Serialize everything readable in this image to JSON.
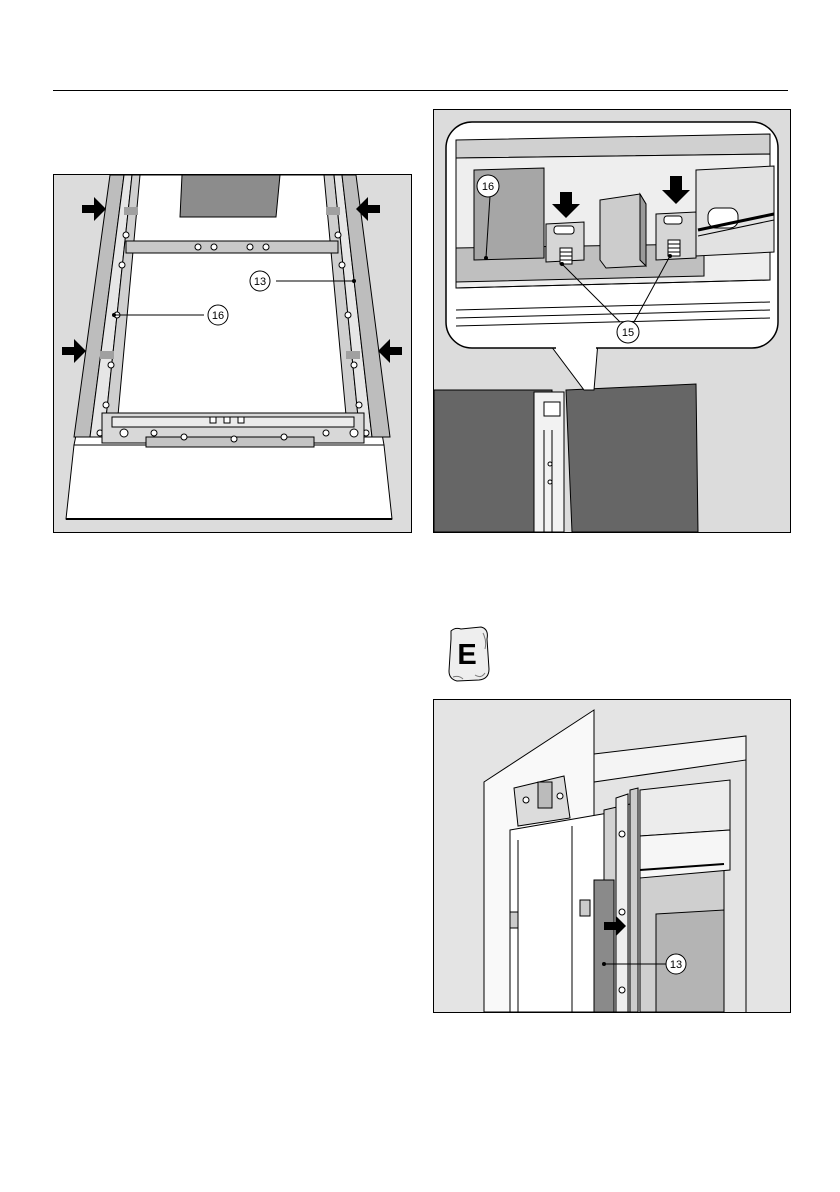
{
  "figure1": {
    "callout_a": "13",
    "callout_b": "16"
  },
  "figure2": {
    "callout_a": "16",
    "callout_b": "15"
  },
  "fitting_bag": {
    "letter": "E",
    "icon": "fitting-bag-icon"
  },
  "figure3": {
    "callout_a": "13"
  },
  "colors": {
    "panel": "#666666",
    "background": "#dcdcdc",
    "rule": "#000000"
  }
}
